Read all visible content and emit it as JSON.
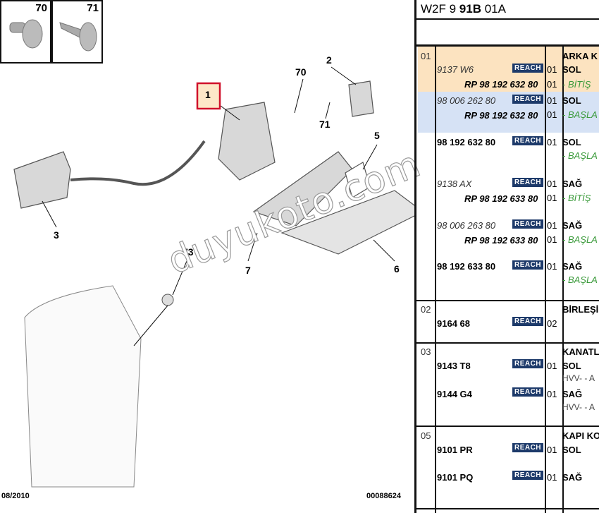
{
  "diagram": {
    "thumbs": [
      {
        "num": "70"
      },
      {
        "num": "71"
      }
    ],
    "callouts": {
      "c1": "1",
      "c2": "2",
      "c70": "70",
      "c71": "71",
      "c5": "5",
      "c3": "3",
      "c7": "7",
      "c6": "6",
      "c73": "73"
    },
    "date": "08/2010",
    "ref": "00088624",
    "watermark": "duyukoto.com"
  },
  "panel": {
    "code_prefix": "W2F 9 ",
    "code_bold": "91B",
    "code_suffix": " 01A",
    "reach": "REACH",
    "groups": [
      {
        "num": "01",
        "title": "ARKA K",
        "rows": [
          {
            "part": "9137 W6",
            "qty": "01",
            "desc": "SOL",
            "rp": "RP 98 192 632 80",
            "rp_qty": "01",
            "note": "- BİTİŞ"
          },
          {
            "part": "98 006 262 80",
            "qty": "01",
            "desc": "SOL",
            "rp": "RP 98 192 632 80",
            "rp_qty": "01",
            "note": "- BAŞLA"
          },
          {
            "part": "98 192 632 80",
            "qty": "01",
            "desc": "SOL",
            "note": "- BAŞLA"
          },
          {
            "part": "9138 AX",
            "qty": "01",
            "desc": "SAĞ",
            "rp": "RP 98 192 633 80",
            "rp_qty": "01",
            "note": "- BİTİŞ"
          },
          {
            "part": "98 006 263 80",
            "qty": "01",
            "desc": "SAĞ",
            "rp": "RP 98 192 633 80",
            "rp_qty": "01",
            "note": "- BAŞLA"
          },
          {
            "part": "98 192 633 80",
            "qty": "01",
            "desc": "SAĞ",
            "note": "- BAŞLA"
          }
        ]
      },
      {
        "num": "02",
        "title": "BİRLEŞİ",
        "rows": [
          {
            "part": "9164 68",
            "qty": "02"
          }
        ]
      },
      {
        "num": "03",
        "title": "KANATL",
        "rows": [
          {
            "part": "9143 T8",
            "qty": "01",
            "desc": "SOL",
            "note": "HVV- - A"
          },
          {
            "part": "9144 G4",
            "qty": "01",
            "desc": "SAĞ",
            "note": "HVV- - A"
          }
        ]
      },
      {
        "num": "05",
        "title": "KAPI KO",
        "rows": [
          {
            "part": "9101 PR",
            "qty": "01",
            "desc": "SOL"
          },
          {
            "part": "9101 PQ",
            "qty": "01",
            "desc": "SAĞ"
          }
        ]
      }
    ]
  }
}
